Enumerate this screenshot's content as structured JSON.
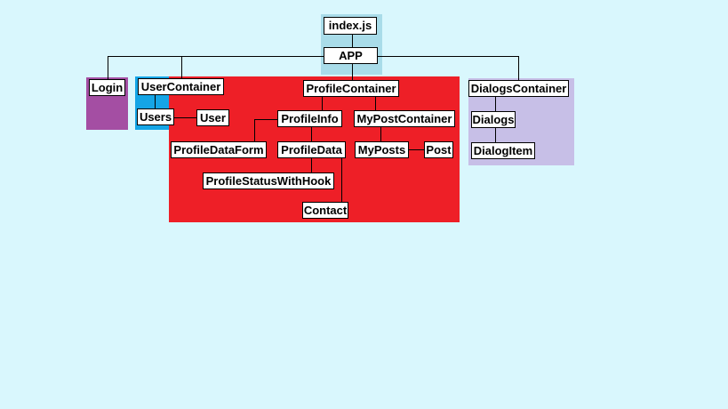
{
  "colors": {
    "background": "#d9f7fd",
    "index_group": "#a9dce9",
    "login_group": "#a44ea3",
    "user_group": "#15a5e6",
    "profile_group": "#ee1f27",
    "dialogs_group": "#c7bfe7",
    "node_fill": "#ffffff",
    "line": "#000000"
  },
  "nodes": {
    "index_js": "index.js",
    "app": "APP",
    "login": "Login",
    "user_container": "UserContainer",
    "users": "Users",
    "user": "User",
    "profile_container": "ProfileContainer",
    "profile_info": "ProfileInfo",
    "my_post_container": "MyPostContainer",
    "profile_data_form": "ProfileDataForm",
    "profile_data": "ProfileData",
    "my_posts": "MyPosts",
    "post": "Post",
    "profile_status_with_hook": "ProfileStatusWithHook",
    "contact": "Contact",
    "dialogs_container": "DialogsContainer",
    "dialogs": "Dialogs",
    "dialog_item": "DialogItem"
  }
}
